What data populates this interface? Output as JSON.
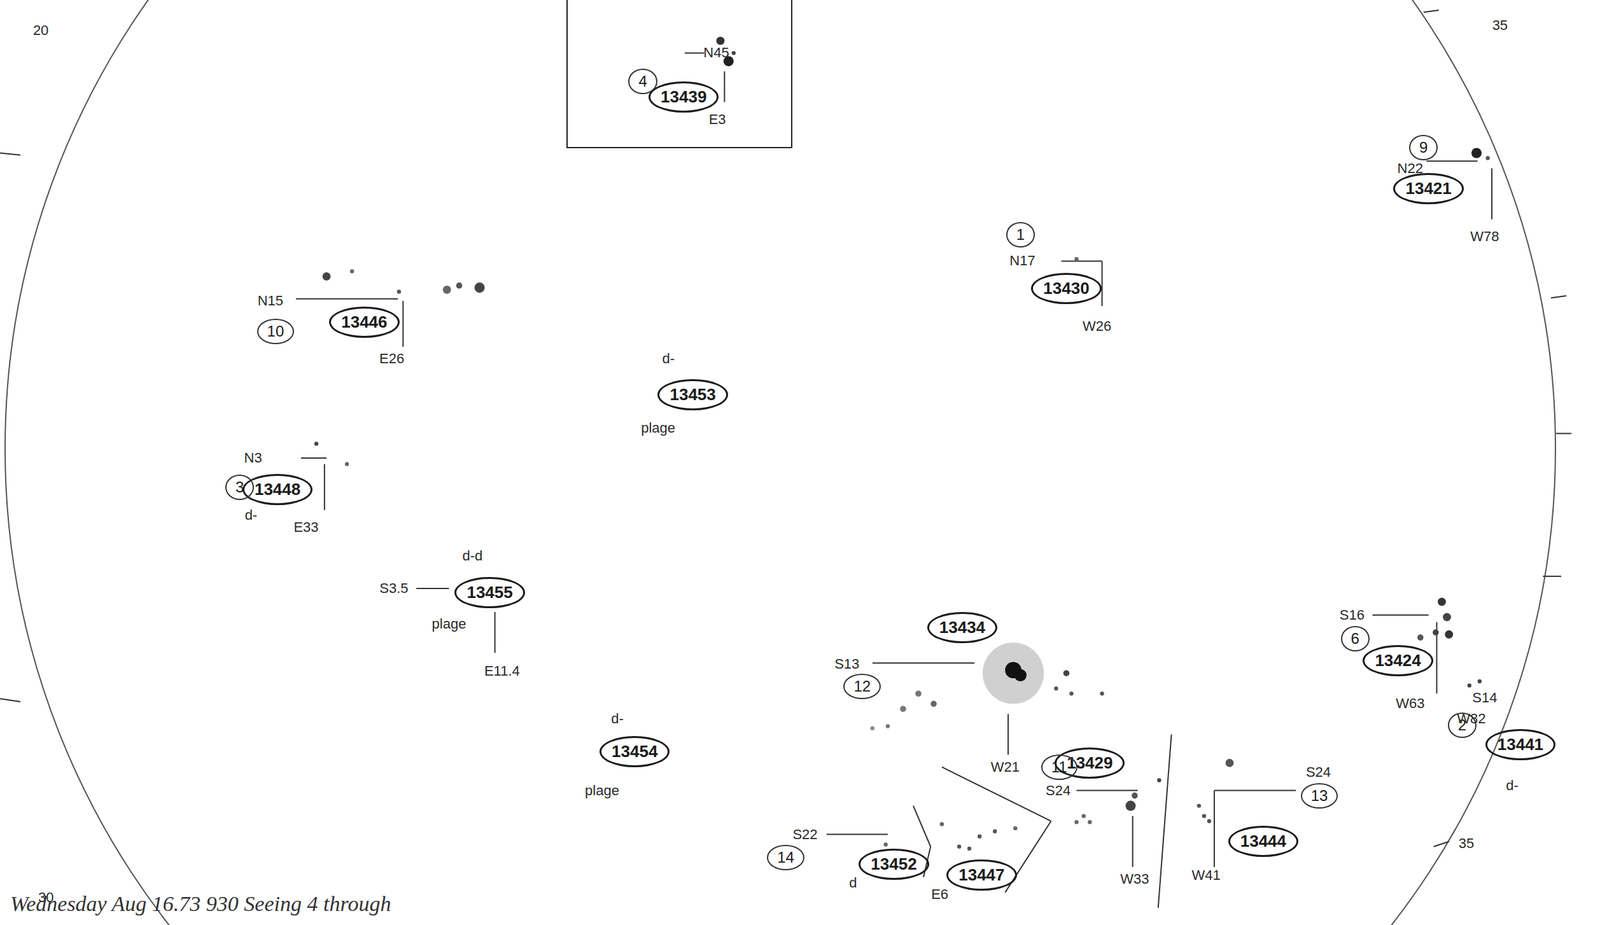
{
  "diagram": {
    "caption": "Wednesday Aug 16.73 930 Seeing 4 through",
    "nodes": [
      {
        "text": [
          "13439"
        ]
      },
      {
        "text": [
          "4"
        ]
      },
      {
        "text": [
          "13421"
        ]
      },
      {
        "text": [
          "9"
        ]
      },
      {
        "text": [
          "13430"
        ]
      },
      {
        "text": [
          "1"
        ]
      },
      {
        "text": [
          "13446"
        ]
      },
      {
        "text": [
          "10"
        ]
      },
      {
        "text": [
          "13453"
        ]
      },
      {
        "text": [
          "13448"
        ]
      },
      {
        "text": [
          "3"
        ]
      },
      {
        "text": [
          "13455"
        ]
      },
      {
        "text": [
          "13434"
        ]
      },
      {
        "text": [
          "12"
        ]
      },
      {
        "text": [
          "13424"
        ]
      },
      {
        "text": [
          "6"
        ]
      },
      {
        "text": [
          "13441"
        ]
      },
      {
        "text": [
          "2"
        ]
      },
      {
        "text": [
          "13429"
        ]
      },
      {
        "text": [
          "11"
        ]
      },
      {
        "text": [
          "13444"
        ]
      },
      {
        "text": [
          "13"
        ]
      },
      {
        "text": [
          "13452"
        ]
      },
      {
        "text": [
          "14"
        ]
      },
      {
        "text": [
          "13447"
        ]
      },
      {
        "text": [
          "13454"
        ]
      }
    ],
    "labels": [
      "N45",
      "E3",
      "N22",
      "W78",
      "N17",
      "W26",
      "N15",
      "E26",
      "d-",
      "plage",
      "N3",
      "E33",
      "d-",
      "d-d",
      "S3.5",
      "plage",
      "E11.4",
      "S13",
      "W21",
      "S16",
      "W63",
      "S14",
      "W82",
      "d-",
      "S24",
      "S24",
      "W41",
      "W33",
      "S22",
      "E6",
      "d",
      "d-",
      "plage",
      "20",
      "30",
      "35",
      "35"
    ]
  }
}
